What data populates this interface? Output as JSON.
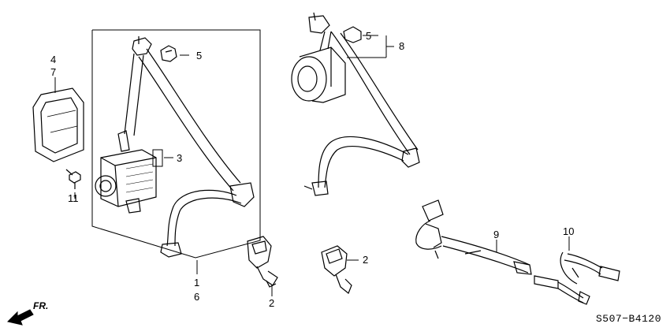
{
  "callouts": {
    "c4": "4",
    "c7": "7",
    "c5a": "5",
    "c3": "3",
    "c11": "11",
    "c1": "1",
    "c6": "6",
    "c2a": "2",
    "c2b": "2",
    "c5b": "5",
    "c8": "8",
    "c9": "9",
    "c10": "10"
  },
  "direction_label": "FR.",
  "diagram_code": "S507−B4120"
}
